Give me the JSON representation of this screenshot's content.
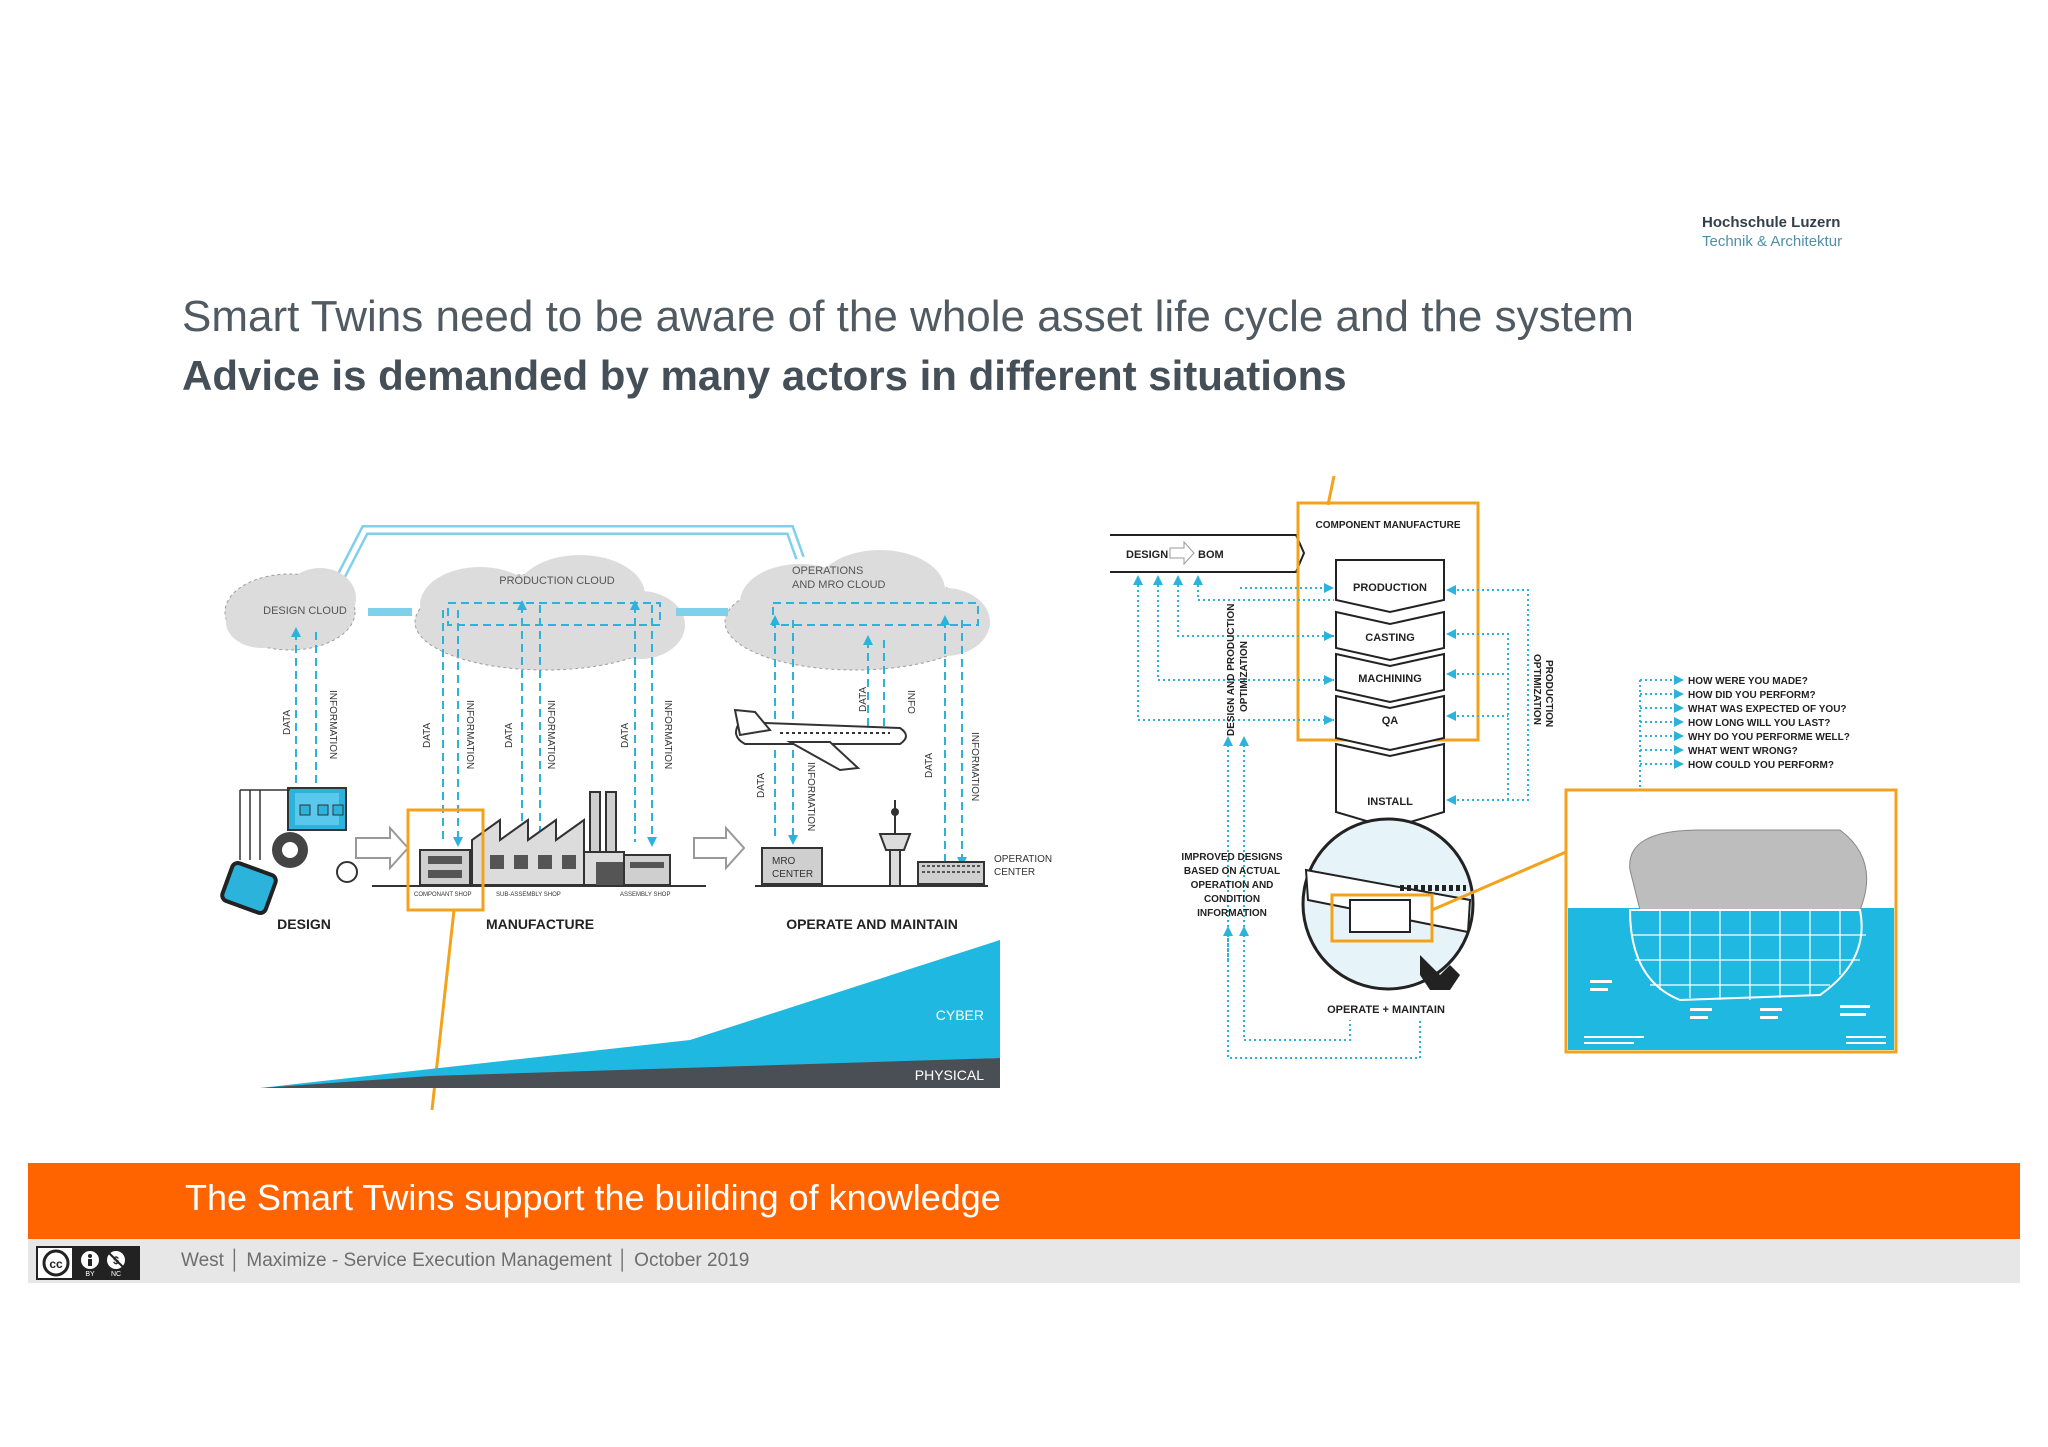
{
  "institution": {
    "name": "Hochschule Luzern",
    "department": "Technik & Architektur"
  },
  "slide": {
    "title": "Smart Twins need to be aware of the whole asset life cycle and the system",
    "subtitle": "Advice is demanded by many actors in different situations",
    "banner": "The Smart Twins support the building of knowledge",
    "footer": "West │ Maximize - Service Execution Management │ October 2019"
  },
  "license": {
    "by": "BY",
    "nc": "NC"
  },
  "left_diagram": {
    "clouds": {
      "design": "DESIGN CLOUD",
      "production": "PRODUCTION CLOUD",
      "operations_1": "OPERATIONS",
      "operations_2": "AND MRO CLOUD"
    },
    "flow_labels": {
      "data": "DATA",
      "information": "INFORMATION",
      "info": "INFO"
    },
    "shops": {
      "component": "COMPONANT SHOP",
      "subassembly": "SUB-ASSEMBLY SHOP",
      "assembly": "ASSEMBLY SHOP"
    },
    "mro_1": "MRO",
    "mro_2": "CENTER",
    "operation_1": "OPERATION",
    "operation_2": "CENTER",
    "stages": {
      "design": "DESIGN",
      "manufacture": "MANUFACTURE",
      "operate": "OPERATE AND MAINTAIN"
    },
    "layers": {
      "cyber": "CYBER",
      "physical": "PHYSICAL"
    },
    "colors": {
      "cyber": "#1fb8e0",
      "physical": "#4a4f55",
      "highlight": "#f3a21c",
      "flow": "#2bb3dc"
    }
  },
  "right_diagram": {
    "component_manufacture": "COMPONENT MANUFACTURE",
    "design": "DESIGN",
    "bom": "BOM",
    "steps": [
      "PRODUCTION",
      "CASTING",
      "MACHINING",
      "QA",
      "INSTALL"
    ],
    "left_vertical_1": "DESIGN AND PRODUCTION",
    "left_vertical_2": "OPTIMIZATION",
    "right_vertical_1": "PRODUCTION",
    "right_vertical_2": "OPTIMIZATION",
    "improved": [
      "IMPROVED DESIGNS",
      "BASED ON ACTUAL",
      "OPERATION AND",
      "CONDITION",
      "INFORMATION"
    ],
    "operate": "OPERATE  + MAINTAIN",
    "questions": [
      "HOW WERE YOU MADE?",
      "HOW DID YOU PERFORM?",
      "WHAT WAS EXPECTED OF YOU?",
      "HOW LONG WILL YOU LAST?",
      "WHY DO YOU PERFORME WELL?",
      "WHAT WENT WRONG?",
      "HOW COULD YOU PERFORM?"
    ]
  }
}
